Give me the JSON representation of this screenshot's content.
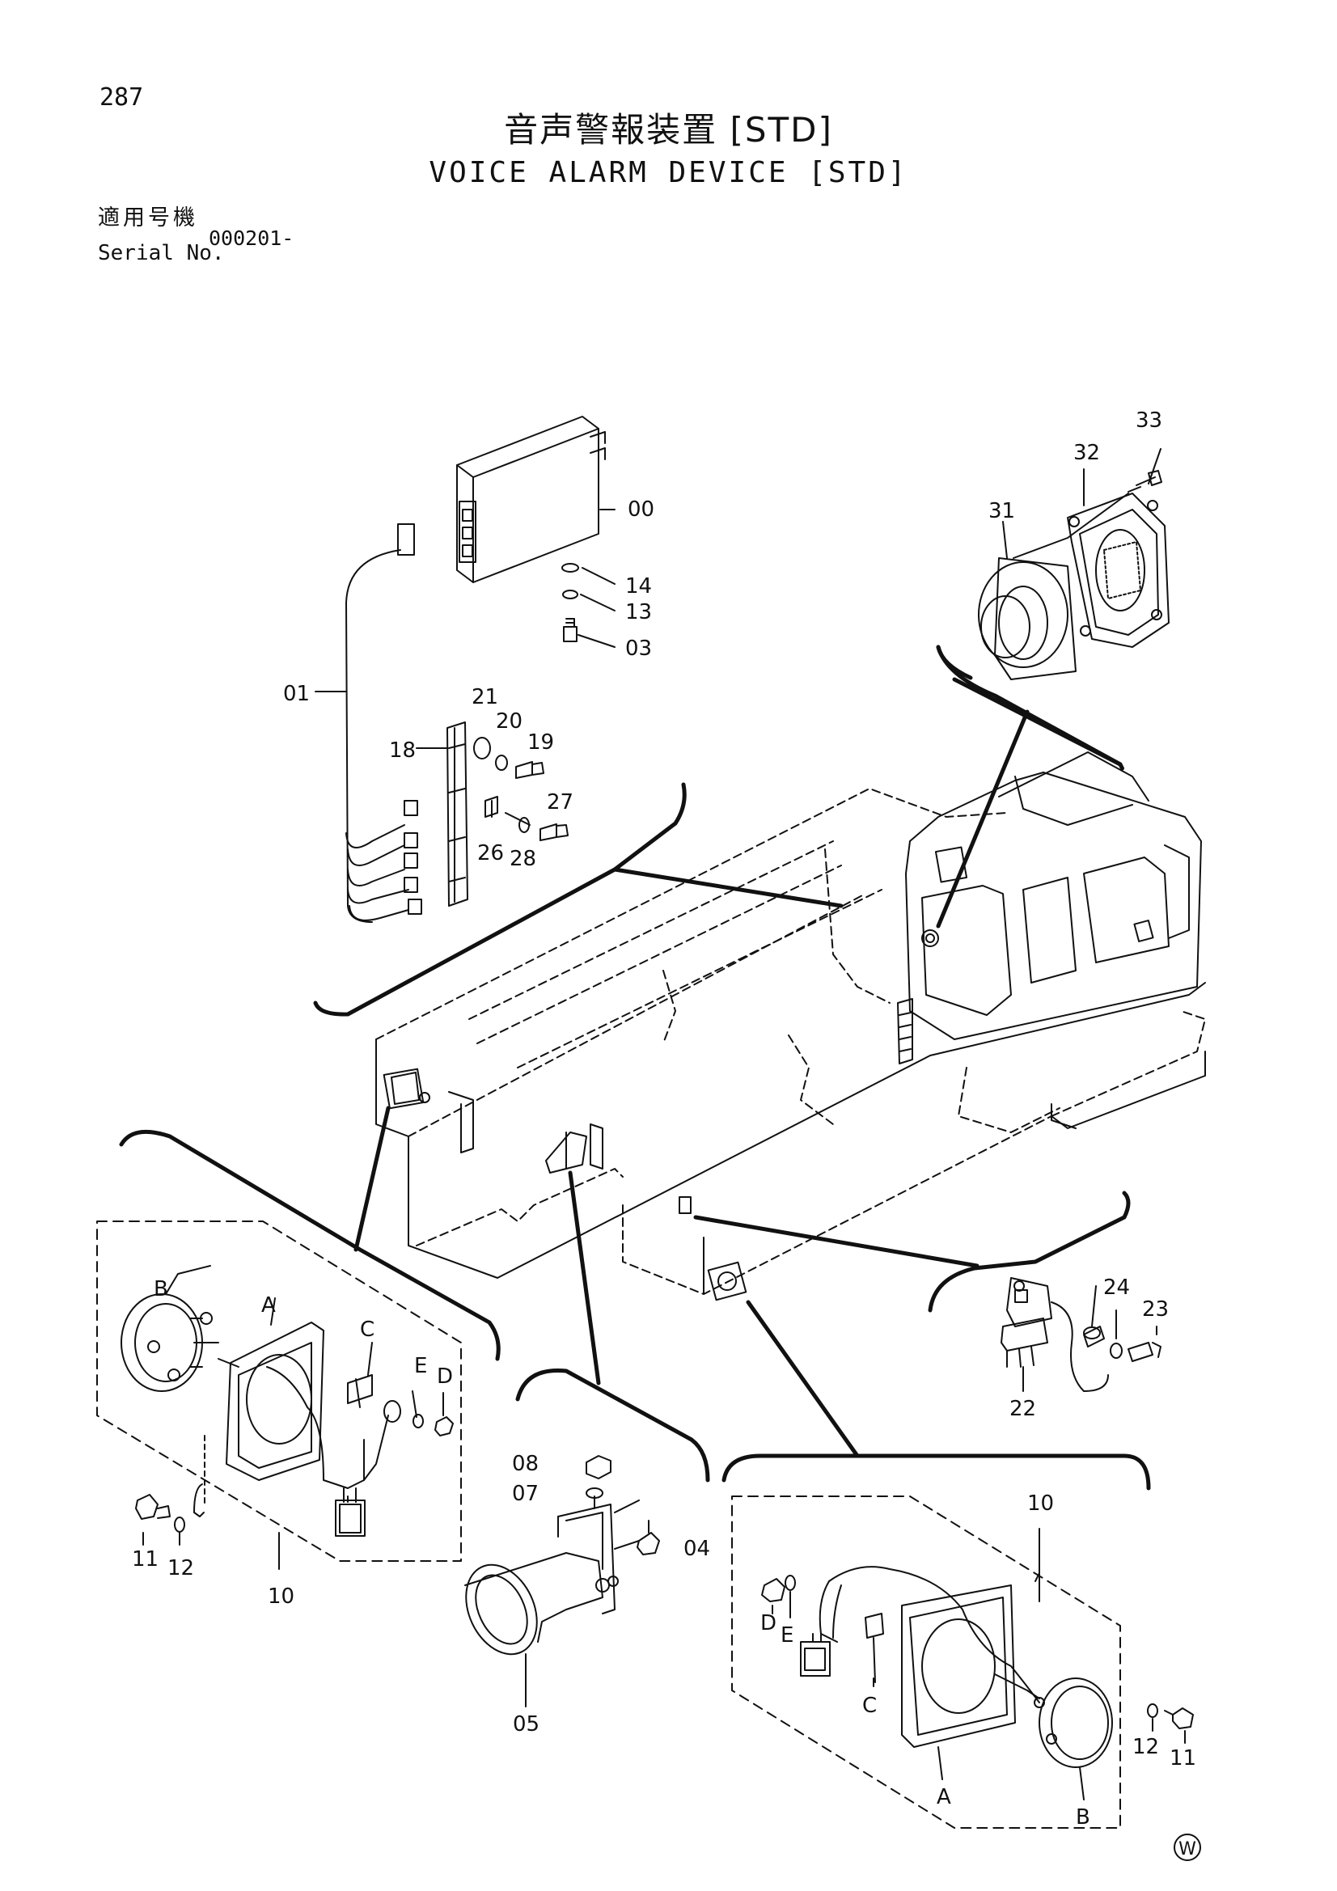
{
  "header": {
    "page_number": "287",
    "title_ja": "音声警報装置 [STD]",
    "title_en": "VOICE ALARM DEVICE [STD]",
    "serial_label_ja": "適用号機",
    "serial_label_en": "Serial No.",
    "serial_value": "000201-"
  },
  "callouts": {
    "p00": "00",
    "p14": "14",
    "p13": "13",
    "p03": "03",
    "p01": "01",
    "p21": "21",
    "p20": "20",
    "p19": "19",
    "p18": "18",
    "p27": "27",
    "p26": "26",
    "p28": "28",
    "p33": "33",
    "p32": "32",
    "p31": "31",
    "p24": "24",
    "p23": "23",
    "p22": "22",
    "p08": "08",
    "p07": "07",
    "p04": "04",
    "p05": "05",
    "left_b": "B",
    "left_a": "A",
    "left_c": "C",
    "left_e": "E",
    "left_d": "D",
    "left_11": "11",
    "left_12": "12",
    "left_10": "10",
    "right_10": "10",
    "right_d": "D",
    "right_e": "E",
    "right_c": "C",
    "right_a": "A",
    "right_b": "B",
    "right_12": "12",
    "right_11": "11"
  },
  "mark": {
    "w": "W"
  },
  "colors": {
    "ink": "#111111",
    "paper": "#ffffff"
  }
}
